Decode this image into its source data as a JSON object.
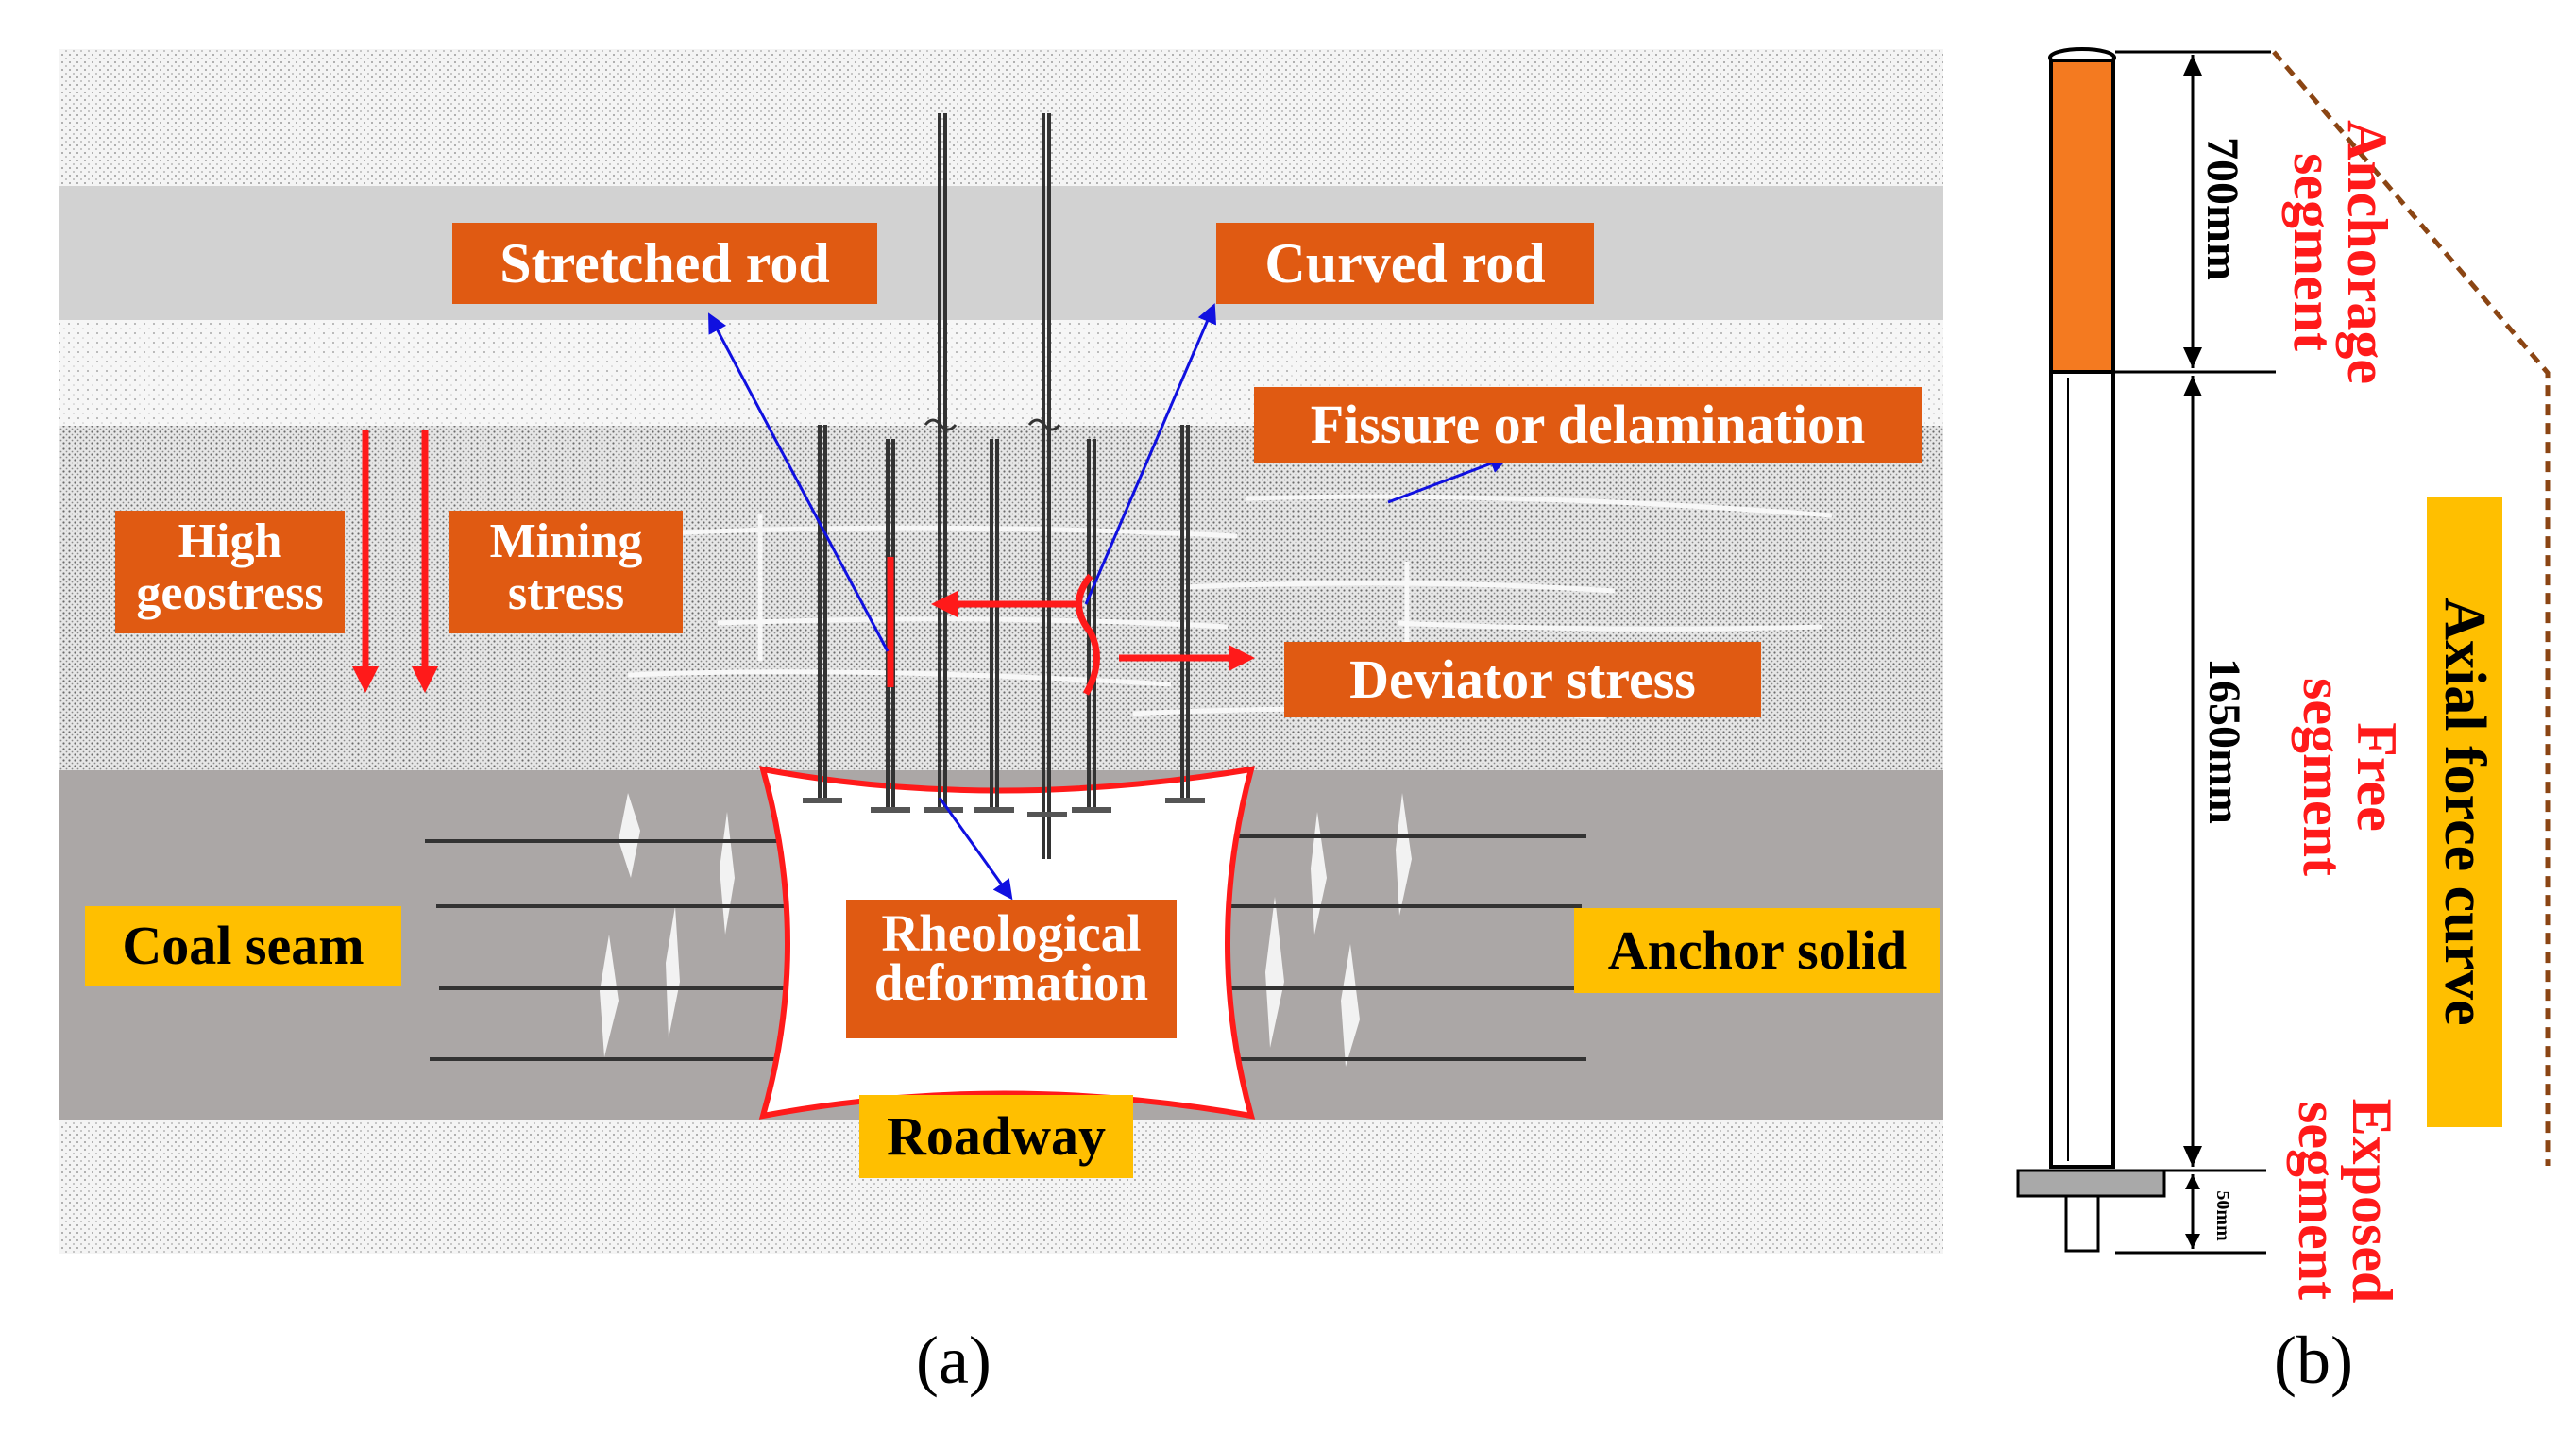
{
  "panel_a": {
    "labels": {
      "stretched_rod": "Stretched rod",
      "curved_rod": "Curved rod",
      "fissure": "Fissure or delamination",
      "high_geostress": "High geostress",
      "mining_stress": "Mining stress",
      "deviator_stress": "Deviator stress",
      "coal_seam": "Coal seam",
      "anchor_solid": "Anchor solid",
      "rheological": "Rheological deformation",
      "roadway": "Roadway"
    },
    "caption": "(a)"
  },
  "panel_b": {
    "segments": {
      "anchorage": "Anchorage segment",
      "free": "Free segment",
      "exposed": "Exposed segment"
    },
    "dimensions": {
      "anchorage": "700mm",
      "free": "1650mm",
      "exposed": "50mm"
    },
    "axial_force_curve": "Axial force curve",
    "caption": "(b)"
  },
  "colors": {
    "orange_label": "#E05A12",
    "yellow_label": "#FFBF00",
    "red_arrow": "#FF1A1A",
    "blue_pointer": "#1010E0",
    "coal_gray": "#ABA7A6",
    "rod_orange": "#F47A20",
    "curve_brown": "#8B4513"
  }
}
